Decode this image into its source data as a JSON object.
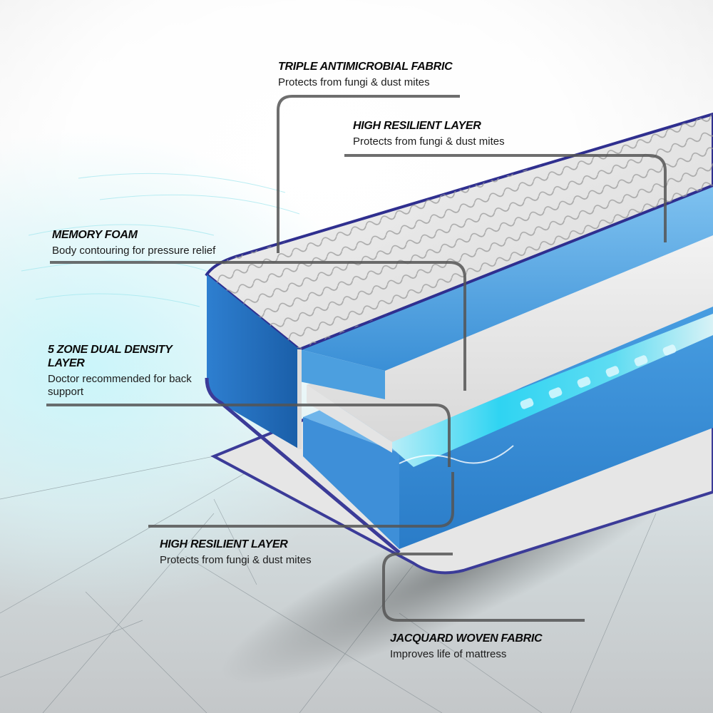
{
  "colors": {
    "accent_blue": "#3a8fd6",
    "foam_blue_dark": "#1f6fbf",
    "piping_navy": "#2f2f8f",
    "gel_cyan": "#27d3f0",
    "fabric_white": "#eaeaea",
    "leader_line": "#555555",
    "title_text": "#0a0a0a"
  },
  "labels": [
    {
      "id": "triple",
      "title": "TRIPLE ANTIMICROBIAL FABRIC",
      "description": "Protects from fungi & dust mites"
    },
    {
      "id": "hr_top",
      "title": "HIGH RESILIENT LAYER",
      "description": "Protects from fungi & dust mites"
    },
    {
      "id": "memory",
      "title": "MEMORY FOAM",
      "description": "Body contouring for pressure relief"
    },
    {
      "id": "zone",
      "title": "5 ZONE DUAL DENSITY LAYER",
      "description": "Doctor recommended for back support"
    },
    {
      "id": "hr_bottom",
      "title": "HIGH RESILIENT LAYER",
      "description": "Protects from fungi & dust mites"
    },
    {
      "id": "jacquard",
      "title": "JACQUARD WOVEN FABRIC",
      "description": "Improves life of mattress"
    }
  ],
  "illustration": {
    "subject": "mattress-cutaway",
    "layers_top_to_bottom": [
      "Triple antimicrobial quilted fabric",
      "High resilient foam (blue)",
      "Memory foam (white)",
      "5 zone dual density gel layer (cyan)",
      "High resilient foam (blue)",
      "Jacquard woven fabric (bottom)"
    ]
  }
}
